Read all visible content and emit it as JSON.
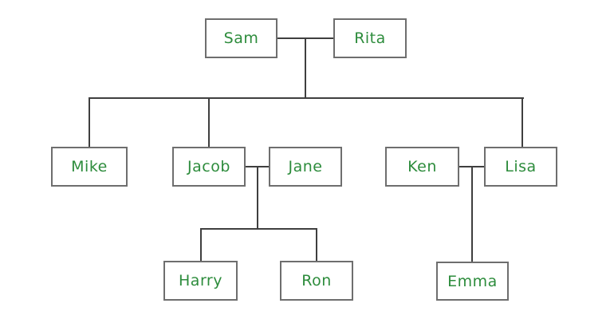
{
  "diagram": {
    "kind": "family-tree",
    "nodes": {
      "sam": {
        "label": "Sam"
      },
      "rita": {
        "label": "Rita"
      },
      "mike": {
        "label": "Mike"
      },
      "jacob": {
        "label": "Jacob"
      },
      "jane": {
        "label": "Jane"
      },
      "ken": {
        "label": "Ken"
      },
      "lisa": {
        "label": "Lisa"
      },
      "harry": {
        "label": "Harry"
      },
      "ron": {
        "label": "Ron"
      },
      "emma": {
        "label": "Emma"
      }
    },
    "relationships": {
      "couples": [
        [
          "Sam",
          "Rita"
        ],
        [
          "Jacob",
          "Jane"
        ],
        [
          "Ken",
          "Lisa"
        ]
      ],
      "parent_child": [
        {
          "parents": [
            "Sam",
            "Rita"
          ],
          "children": [
            "Mike",
            "Jacob",
            "Lisa"
          ]
        },
        {
          "parents": [
            "Jacob",
            "Jane"
          ],
          "children": [
            "Harry",
            "Ron"
          ]
        },
        {
          "parents": [
            "Ken",
            "Lisa"
          ],
          "children": [
            "Emma"
          ]
        }
      ]
    },
    "colors": {
      "background": "#ffffff",
      "node_text": "#2d8c3c",
      "node_border": "#6e6e6e",
      "connector": "#3f3f3f"
    }
  }
}
